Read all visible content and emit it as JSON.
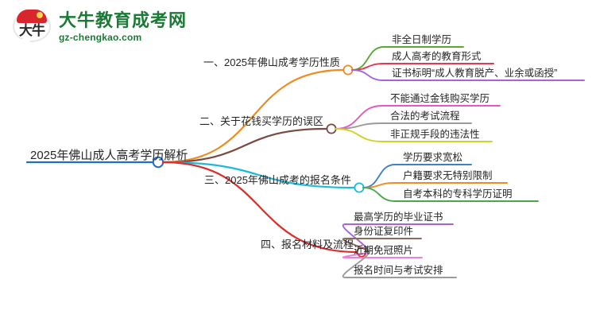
{
  "logo": {
    "mark_text": "大牛",
    "title": "大牛教育成考网",
    "subtitle": "gz-chengkao.com",
    "brand_green": "#1b7a35",
    "brand_red": "#d8262c"
  },
  "mindmap": {
    "root": {
      "label": "2025年佛山成人高考学历解析",
      "color": "#1f6fc4"
    },
    "branches": [
      {
        "label": "一、2025年佛山成考学历性质",
        "color": "#ef8b22",
        "children": [
          {
            "label": "非全日制学历",
            "color": "#5aa832"
          },
          {
            "label": "成人高考的教育形式",
            "color": "#e8384f"
          },
          {
            "label": "证书标明“成人教育脱产、业余或函授”",
            "color": "#a763d8"
          }
        ]
      },
      {
        "label": "二、关于花钱买学历的误区",
        "color": "#7a4a42",
        "children": [
          {
            "label": "不能通过金钱购买学历",
            "color": "#e857c3"
          },
          {
            "label": "合法的考试流程",
            "color": "#9b9b9b"
          },
          {
            "label": "非正规手段的违法性",
            "color": "#cfd327"
          }
        ]
      },
      {
        "label": "三、2025年佛山成考的报名条件",
        "color": "#19bcd8",
        "children": [
          {
            "label": "学历要求宽松",
            "color": "#3c82c4"
          },
          {
            "label": "户籍要求无特别限制",
            "color": "#ef8b22"
          },
          {
            "label": "自考本科的专科学历证明",
            "color": "#4aa84a"
          }
        ]
      },
      {
        "label": "四、报名材料及流程",
        "color": "#e02b2b",
        "children": [
          {
            "label": "最高学历的毕业证书",
            "color": "#a763d8"
          },
          {
            "label": "身份证复印件",
            "color": "#8b6b5a"
          },
          {
            "label": "近期免冠照片",
            "color": "#ee7fd8"
          },
          {
            "label": "报名时间与考试安排",
            "color": "#9b9b9b"
          }
        ]
      }
    ]
  }
}
